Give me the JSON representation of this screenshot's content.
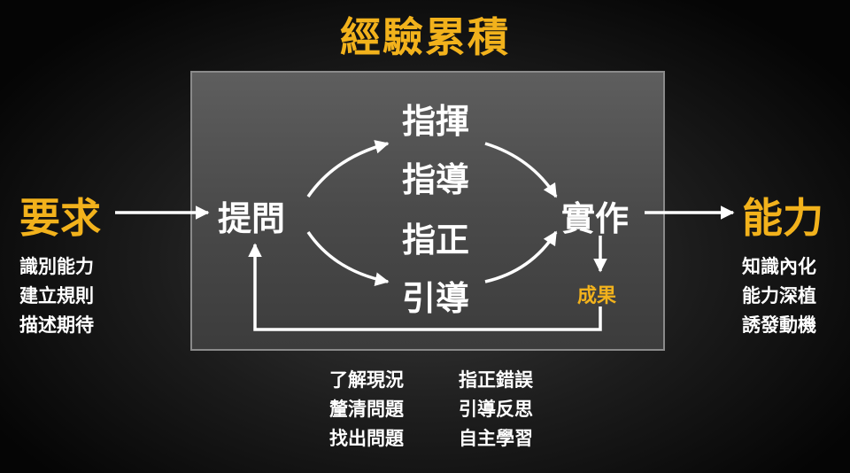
{
  "title": "經驗累積",
  "left": {
    "heading": "要求",
    "items": [
      "識別能力",
      "建立規則",
      "描述期待"
    ]
  },
  "right": {
    "heading": "能力",
    "items": [
      "知識內化",
      "能力深植",
      "誘發動機"
    ]
  },
  "center": {
    "question": "提問",
    "methods": [
      "指揮",
      "指導",
      "指正",
      "引導"
    ],
    "practice": "實作",
    "result": "成果"
  },
  "bottom": {
    "left_items": [
      "了解現況",
      "釐清問題",
      "找出問題"
    ],
    "right_items": [
      "指正錯誤",
      "引導反思",
      "自主學習"
    ]
  },
  "colors": {
    "accent": "#f2b21c",
    "text": "#ffffff",
    "panel": "#555555"
  }
}
